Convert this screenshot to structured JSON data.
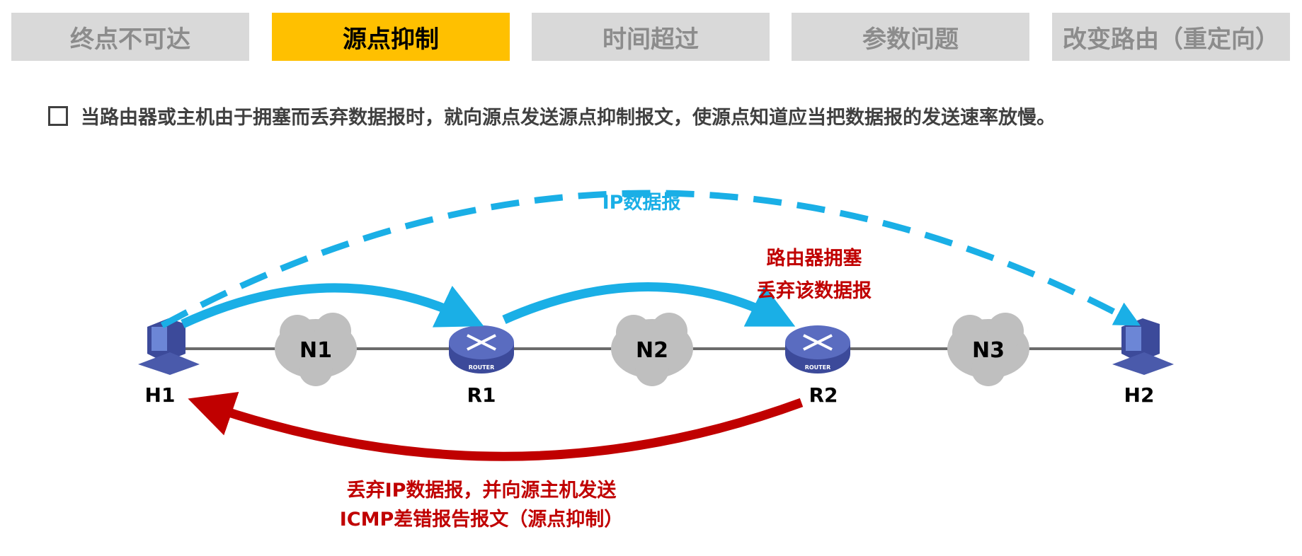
{
  "tabs": [
    {
      "label": "终点不可达"
    },
    {
      "label": "源点抑制",
      "active": true
    },
    {
      "label": "时间超过"
    },
    {
      "label": "参数问题"
    },
    {
      "label": "改变路由（重定向）"
    }
  ],
  "bullet": "当路由器或主机由于拥塞而丢弃数据报时，就向源点发送源点抑制报文，使源点知道应当把数据报的发送速率放慢。",
  "diagram": {
    "nodes": {
      "h1": "H1",
      "r1": "R1",
      "r2": "R2",
      "h2": "H2",
      "n1": "N1",
      "n2": "N2",
      "n3": "N3",
      "router_badge": "ROUTER"
    },
    "ip_label": "IP数据报",
    "congestion_label": [
      "路由器拥塞",
      "丢弃该数据报"
    ],
    "icmp_label": [
      "丢弃IP数据报，并向源主机发送",
      "ICMP差错报告报文（源点抑制）"
    ],
    "colors": {
      "blue": "#1aafe6",
      "red": "#c00000",
      "tab_active": "#ffc000"
    }
  }
}
